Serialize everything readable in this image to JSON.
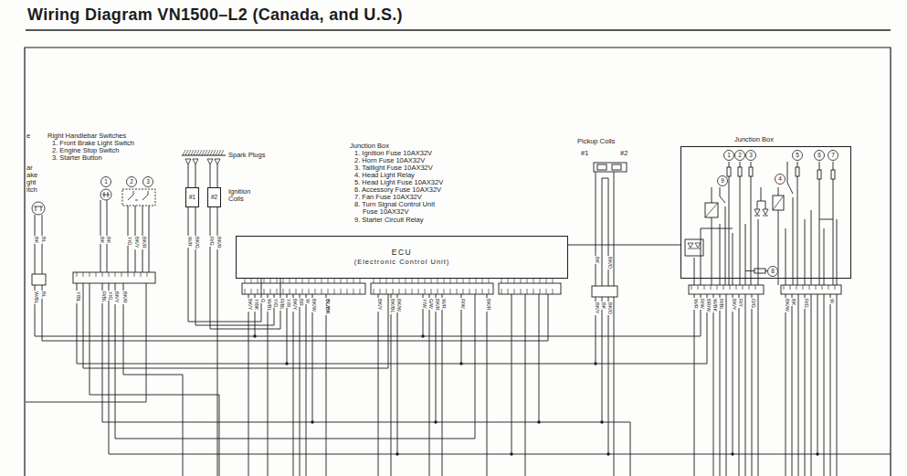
{
  "diagram": {
    "title": "Wiring Diagram VN1500–L2 (Canada, and U.S.)",
    "nodes": [
      {
        "text": [
          "#1"
        ]
      },
      {
        "text": [
          "#2"
        ]
      },
      {
        "text": [
          "ECU",
          "(Electronic Control Unit)"
        ]
      },
      {
        "text": [
          "Junction Box"
        ]
      }
    ],
    "edges": [
      {
        "from": 0,
        "to": 2,
        "arrow": "none"
      },
      {
        "from": 1,
        "to": 2,
        "arrow": "none"
      },
      {
        "from": 2,
        "to": 3,
        "arrow": "none"
      }
    ],
    "labels": [
      "Right Handlebar Switches",
      "1. Front Brake Light Switch",
      "2. Engine Stop Switch",
      "3. Starter Button",
      "e",
      "ar",
      "ake",
      "ght",
      "itch",
      "1",
      "2",
      "3",
      "Spark Plugs",
      "Ignition Coils",
      "Junction Box",
      "1. Ignition Fuse 10AX32V",
      "2. Horn Fuse 10AX32V",
      "3. Taillight Fuse 10AX32V",
      "4. Head Light Relay",
      "5. Head Light Fuse 10AX32V",
      "6. Accessory Fuse 10AX32V",
      "7. Fan Fuse 10AX32V",
      "8. Turn Signal Control Unit Fuse 10AX32V",
      "9. Starter Circuit Relay",
      "Pickup Coils",
      "#1",
      "#2",
      "1",
      "2",
      "3",
      "5",
      "6",
      "7",
      "9",
      "4",
      "8",
      "BK",
      "BL",
      "W/BL",
      "BL",
      "BK",
      "BK",
      "Y/G",
      "BK/Y",
      "BK/R",
      "Y/BL",
      "R/BL",
      "Y/G",
      "BK/Y",
      "BK/R",
      "W/R",
      "BK/G",
      "R/G",
      "BK/R",
      "BK/Y",
      "Y/BK",
      "G",
      "W/BL",
      "Y/G",
      "R/BL",
      "Y/R",
      "BK/Y",
      "BR",
      "W",
      "BK/W",
      "BL/BK",
      "BK/Y",
      "BK/BL",
      "BK/W",
      "Y/W",
      "G/W",
      "BK/R",
      "W/R",
      "R/W",
      "BK/R",
      "BK",
      "BK/O",
      "BK/Y",
      "BK",
      "BK/O",
      "W/R",
      "R/W",
      "BR/W",
      "W/BK",
      "R/BL",
      "BK/Y",
      "R/Y",
      "O/G",
      "BK/W",
      "BK",
      "R/G",
      "W"
    ]
  }
}
